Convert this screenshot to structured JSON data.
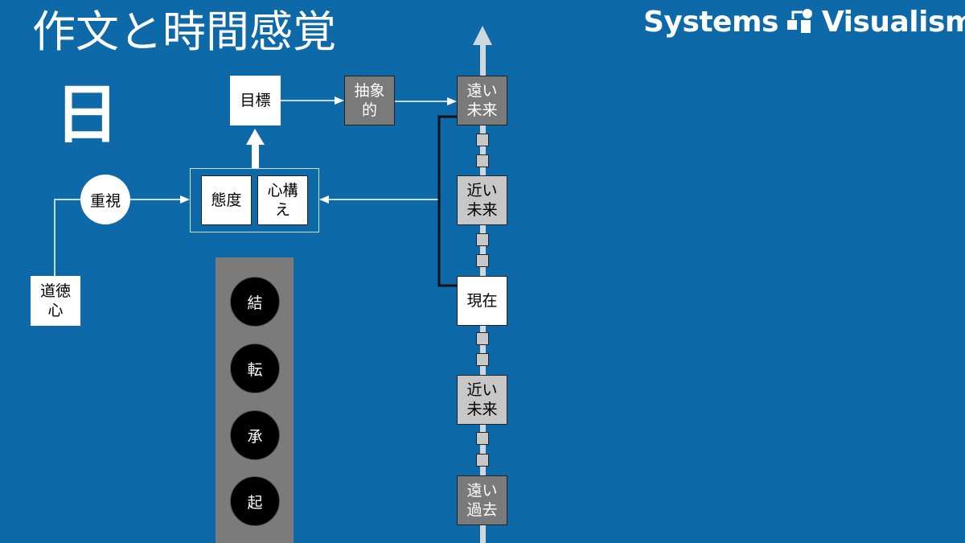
{
  "header": {
    "title": "作文と時間感覚",
    "brand_left": "Systems",
    "brand_right": "Visualism",
    "day_glyph": "日"
  },
  "diagram": {
    "goal": "目標",
    "abstract": "抽象\n的",
    "emphasis": "重視",
    "attitude": "態度",
    "mindset": "心構\nえ",
    "moral": "道徳\n心",
    "timeline": {
      "far_future": "遠い\n未来",
      "near_future": "近い\n未来",
      "present": "現在",
      "near_lower": "近い\n未来",
      "far_past": "遠い\n過去"
    },
    "kishotenketsu": [
      "結",
      "転",
      "承",
      "起"
    ]
  },
  "colors": {
    "background": "#0e69a8",
    "dark_box": "#7a7a7a",
    "light_box": "#c7c7c7",
    "panel": "#7b7b7b"
  }
}
